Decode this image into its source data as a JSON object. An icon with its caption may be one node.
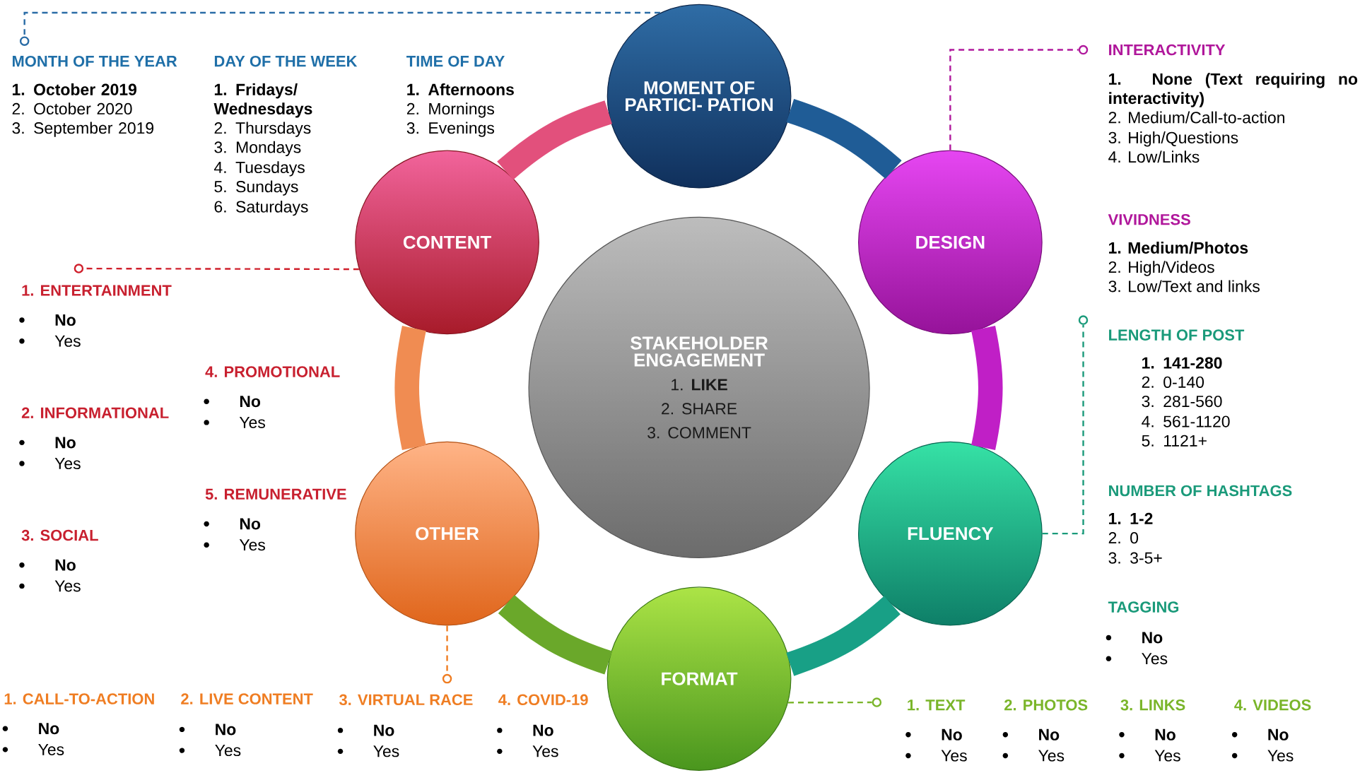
{
  "diagram": {
    "nodes": [
      {
        "text": [
          "MOMENT OF PARTICI- PATION"
        ]
      },
      {
        "text": [
          "CONTENT"
        ]
      },
      {
        "text": [
          "DESIGN"
        ]
      },
      {
        "text": [
          "STAKEHOLDER ENGAGEMENT",
          "1. **LIKE**",
          "2. SHARE",
          "3. COMMENT"
        ]
      },
      {
        "text": [
          "OTHER"
        ]
      },
      {
        "text": [
          "FLUENCY"
        ]
      },
      {
        "text": [
          "FORMAT"
        ]
      },
      {
        "text": [],
        "shape": "circle"
      },
      {
        "text": [],
        "shape": "circle"
      },
      {
        "text": [],
        "shape": "circle"
      },
      {
        "text": [],
        "shape": "circle"
      },
      {
        "text": [],
        "shape": "circle"
      },
      {
        "text": [],
        "shape": "circle"
      }
    ],
    "edges": [
      {
        "from": 0,
        "to": 2,
        "arrow": "none",
        "style": "thick",
        "color": "#1f5c96"
      },
      {
        "from": 2,
        "to": 5,
        "arrow": "none",
        "style": "thick",
        "color": "#c01fc6"
      },
      {
        "from": 5,
        "to": 6,
        "arrow": "none",
        "style": "thick",
        "color": "#18a086"
      },
      {
        "from": 6,
        "to": 4,
        "arrow": "none",
        "style": "thick",
        "color": "#6aa82a"
      },
      {
        "from": 4,
        "to": 1,
        "arrow": "none",
        "style": "thick",
        "color": "#f08c52"
      },
      {
        "from": 1,
        "to": 0,
        "arrow": "none",
        "style": "thick",
        "color": "#e2507c"
      },
      {
        "from": 0,
        "to": 7,
        "arrow": "none",
        "style": "dashed",
        "color": "#2a6ca6"
      },
      {
        "from": 2,
        "to": 8,
        "arrow": "none",
        "style": "dashed",
        "color": "#b0189c"
      },
      {
        "from": 1,
        "to": 9,
        "arrow": "none",
        "style": "dashed",
        "color": "#d0202c"
      },
      {
        "from": 5,
        "to": 10,
        "arrow": "none",
        "style": "dashed",
        "color": "#1a9a7a"
      },
      {
        "from": 4,
        "to": 11,
        "arrow": "none",
        "style": "dashed",
        "color": "#ef7d22"
      },
      {
        "from": 6,
        "to": 12,
        "arrow": "none",
        "style": "dashed",
        "color": "#7ab52a"
      }
    ],
    "labels": [
      "MONTH OF THE YEAR",
      "1. October 2019",
      "2. October 2020",
      "3. September 2019",
      "DAY OF THE WEEK",
      "1. Fridays/ Wednesdays",
      "2. Thursdays",
      "3. Mondays",
      "4. Tuesdays",
      "5. Sundays",
      "6. Saturdays",
      "TIME OF DAY",
      "1. Afternoons",
      "2. Mornings",
      "3. Evenings",
      "1. ENTERTAINMENT",
      "No",
      "Yes",
      "2. INFORMATIONAL",
      "No",
      "Yes",
      "3. SOCIAL",
      "No",
      "Yes",
      "4. PROMOTIONAL",
      "No",
      "Yes",
      "5. REMUNERATIVE",
      "No",
      "Yes",
      "INTERACTIVITY",
      "1. None (Text requiring no interactivity)",
      "2. Medium/Call-to-action",
      "3. High/Questions",
      "4. Low/Links",
      "VIVIDNESS",
      "1. Medium/Photos",
      "2. High/Videos",
      "3. Low/Text and links",
      "LENGTH OF POST",
      "1. 141-280",
      "2. 0-140",
      "3. 281-560",
      "4. 561-1120",
      "5. 1121+",
      "NUMBER OF HASHTAGS",
      "1. 1-2",
      "2. 0",
      "3. 3-5+",
      "TAGGING",
      "No",
      "Yes",
      "1. TEXT",
      "No",
      "Yes",
      "2. PHOTOS",
      "No",
      "Yes",
      "3. LINKS",
      "No",
      "Yes",
      "4. VIDEOS",
      "No",
      "Yes",
      "1. CALL-TO-ACTION",
      "No",
      "Yes",
      "2. LIVE CONTENT",
      "No",
      "Yes",
      "3. VIRTUAL RACE",
      "No",
      "Yes",
      "4. COVID-19",
      "No",
      "Yes"
    ]
  }
}
